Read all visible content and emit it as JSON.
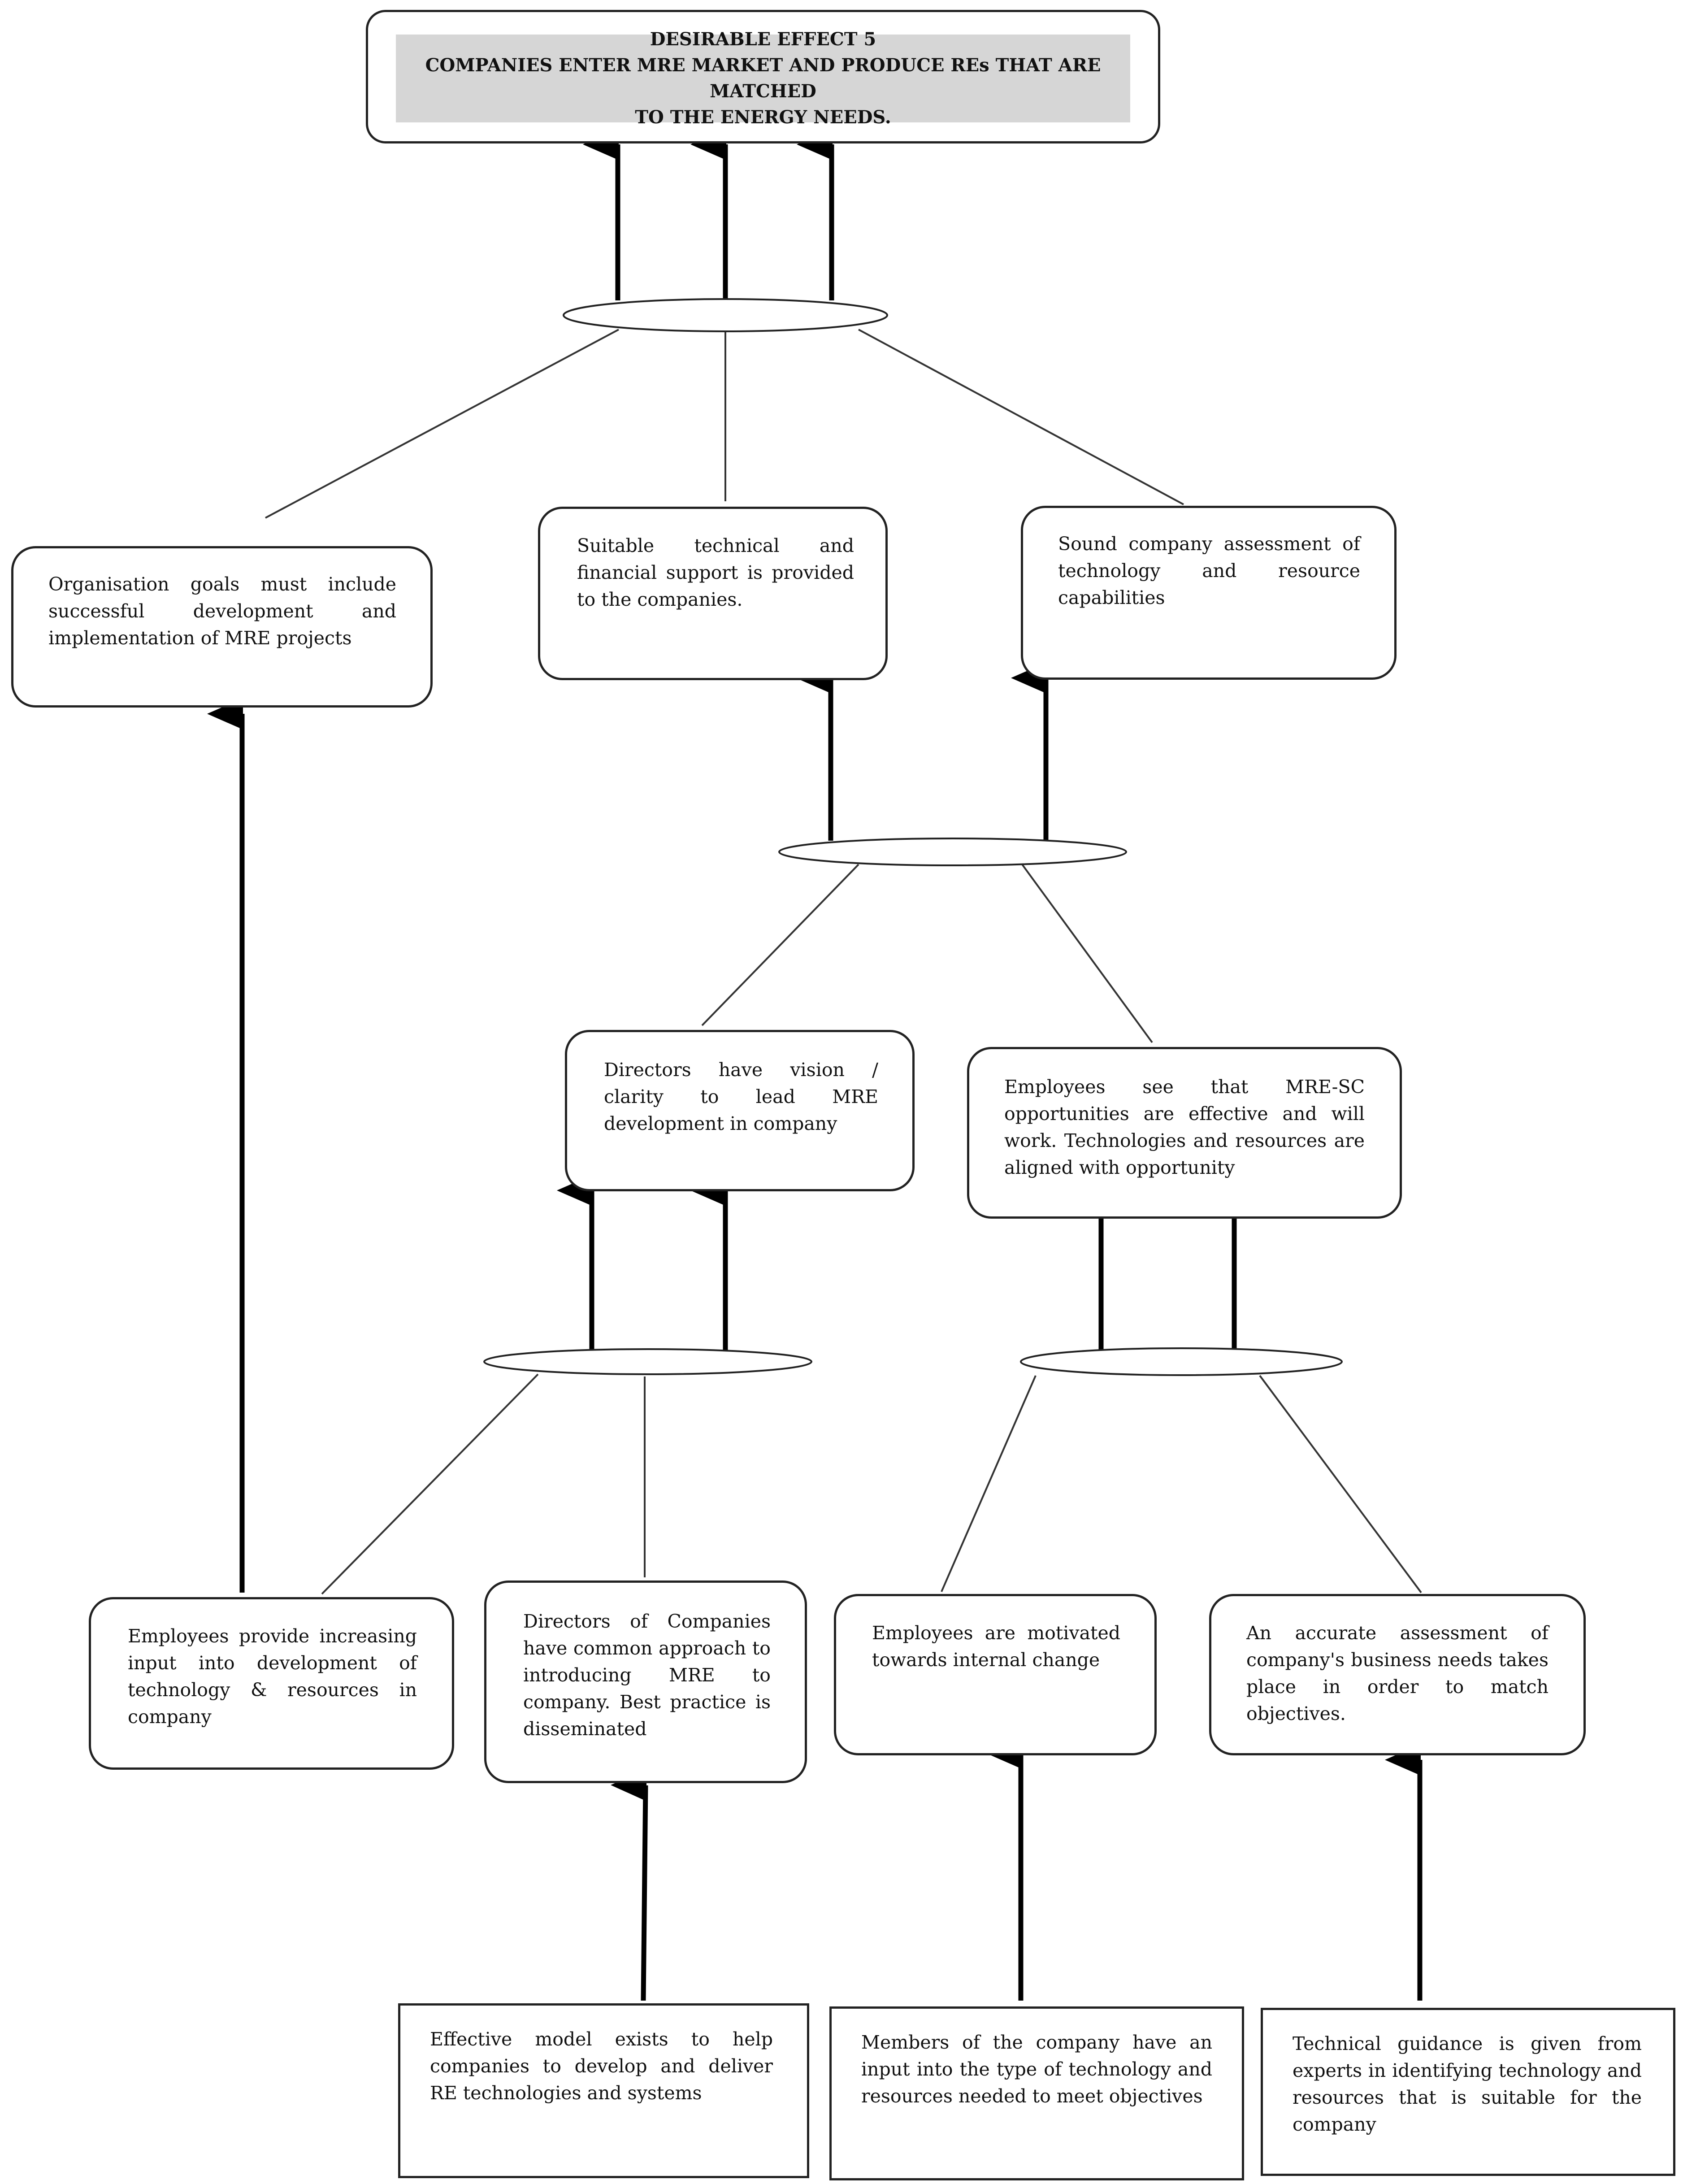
{
  "title": {
    "line1": "DESIRABLE EFFECT 5",
    "line2": "COMPANIES ENTER MRE MARKET AND PRODUCE REs THAT ARE MATCHED",
    "line3": "TO THE ENERGY NEEDS."
  },
  "nodes": {
    "org_goals": "Organisation goals must include successful development and implementation of MRE projects",
    "tech_fin_support": "Suitable technical and financial support is provided to the companies.",
    "company_assessment": "Sound company assessment of technology and resource capabilities",
    "directors_vision": "Directors have vision / clarity to lead MRE development in company",
    "employees_see": "Employees see that MRE-SC opportunities are effective and will work. Technologies and resources are aligned with opportunity",
    "employees_input": "Employees provide increasing input into development of technology & resources in company",
    "directors_approach": "Directors of Companies have common approach to introducing MRE to company. Best practice is disseminated",
    "employees_motivated": "Employees are motivated towards internal change",
    "business_needs": "An accurate assessment of company's business needs takes place in order to match objectives.",
    "effective_model": "Effective model exists to help companies to develop and deliver RE technologies and systems",
    "members_input": "Members of the company have an input into the type of technology and resources needed to meet objectives",
    "technical_guidance": "Technical guidance is given from experts in identifying technology and resources that is suitable for the company"
  }
}
